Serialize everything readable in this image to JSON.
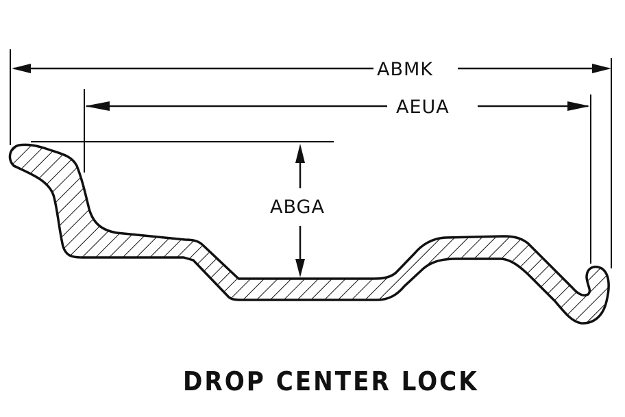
{
  "diagram": {
    "dimensions": [
      {
        "id": "abmk",
        "label": "ABMK"
      },
      {
        "id": "aeua",
        "label": "AEUA"
      },
      {
        "id": "abga",
        "label": "ABGA"
      }
    ],
    "title": "DROP CENTER LOCK"
  }
}
